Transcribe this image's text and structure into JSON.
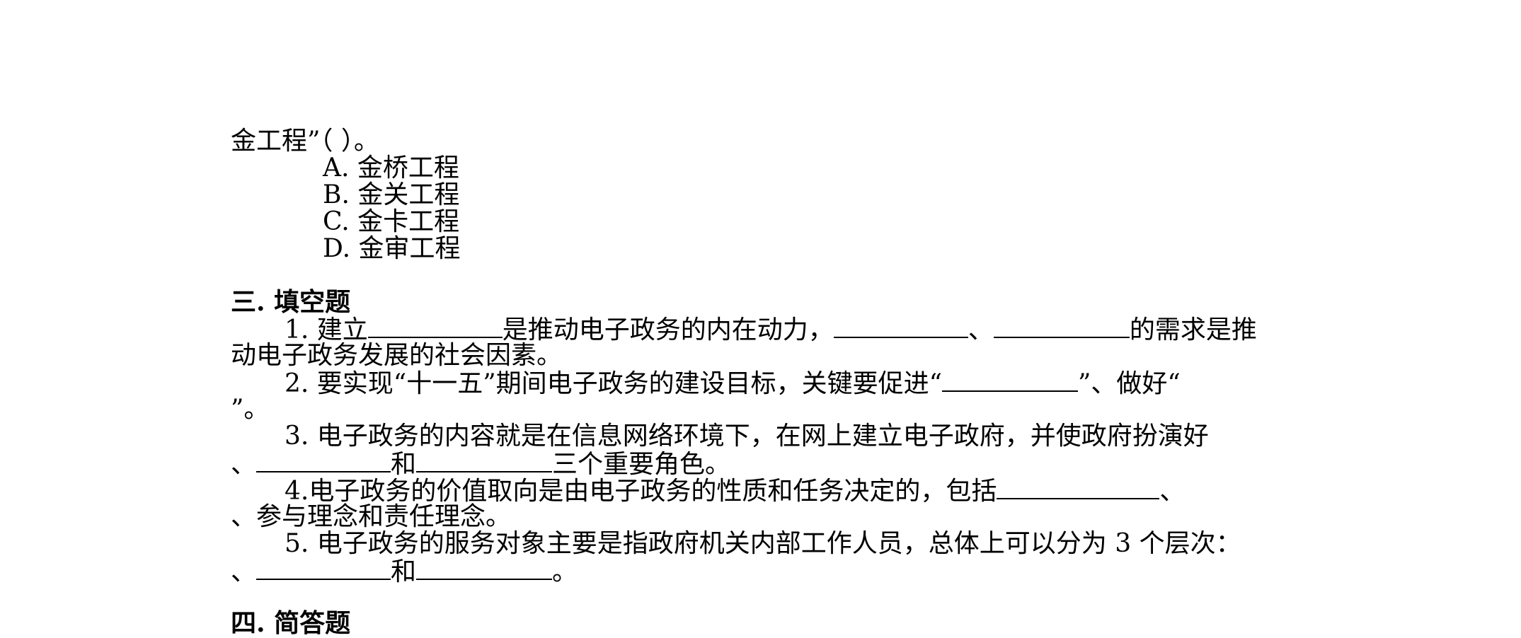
{
  "question_tail": "金工程”（    ）。",
  "options": [
    "A. 金桥工程",
    "B. 金关工程",
    "C. 金卡工程",
    "D. 金审工程"
  ],
  "section3": {
    "heading": "三. 填空题",
    "q1": {
      "part1": "1. 建立",
      "part2": "是推动电子政务的内在动力，",
      "part3": "、",
      "part4": "的需求是推",
      "cont": "动电子政务发展的社会因素。"
    },
    "q2": {
      "part1": "2. 要实现“十一五”期间电子政务的建设目标，关键要促进“",
      "part2": "”、做好“",
      "cont": "”。"
    },
    "q3": {
      "line1": "3. 电子政务的内容就是在信息网络环境下，在网上建立电子政府，并使政府扮演好",
      "cont1": "、",
      "cont2": "和",
      "cont3": "三个重要角色。"
    },
    "q4": {
      "part1": "4.电子政务的价值取向是由电子政务的性质和任务决定的，包括",
      "part2": "、",
      "cont": "、参与理念和责任理念。"
    },
    "q5": {
      "line1": "5. 电子政务的服务对象主要是指政府机关内部工作人员，总体上可以分为 3 个层次：",
      "cont1": "、",
      "cont2": "和",
      "cont3": "。"
    }
  },
  "section4": {
    "heading": "四. 简答题"
  }
}
